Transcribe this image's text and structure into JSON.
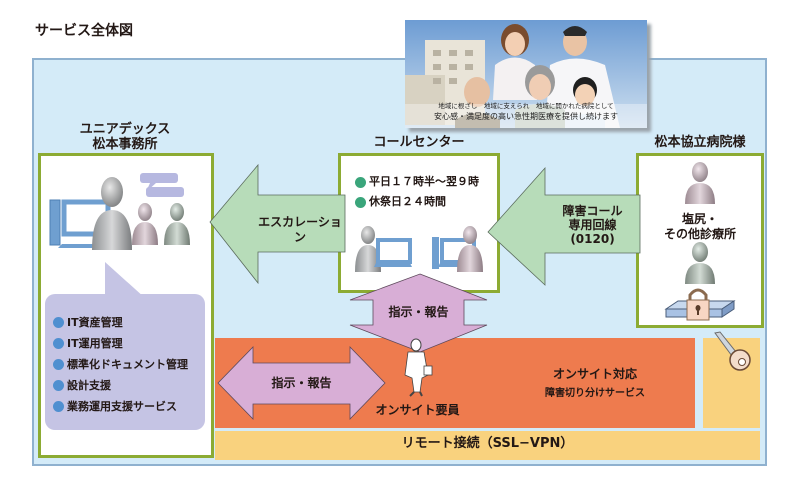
{
  "page_title": "サービス全体図",
  "colors": {
    "outer_bg": "#d4ebf8",
    "outer_border": "#8fb1cf",
    "box_border": "#8cab33",
    "green_arrow": "#b7dcb9",
    "purple_arrow": "#d8aed6",
    "onsite_bg": "#ee7b4e",
    "remote_bg": "#f9d27e",
    "bubble_bg": "#c5c4e4",
    "bullet_green": "#3aa57b",
    "bullet_blue": "#4f8fd0"
  },
  "photo": {
    "caption_line1": "地域に根ざし　地域に支えられ　地域に開かれた病院として",
    "caption_line2": "安心感・満足度の高い急性期医療を提供し続けます"
  },
  "office": {
    "title_line1": "ユニアデックス",
    "title_line2": "松本事務所",
    "services": [
      "IT資産管理",
      "IT運用管理",
      "標準化ドキュメント管理",
      "設計支援",
      "業務運用支援サービス"
    ]
  },
  "call_center": {
    "title": "コールセンター",
    "hours": [
      "平日１７時半～翌９時",
      "休祭日２４時間"
    ]
  },
  "hospital": {
    "title": "松本協立病院様",
    "clinic_line1": "塩尻・",
    "clinic_line2": "その他診療所"
  },
  "arrows": {
    "escalation": "エスカレーション",
    "hotline_line1": "障害コール",
    "hotline_line2": "専用回線",
    "hotline_line3": "(0120)",
    "instruct_report_vertical": "指示・報告",
    "instruct_report_horizontal": "指示・報告"
  },
  "onsite": {
    "staff_label": "オンサイト要員",
    "service_title": "オンサイト対応",
    "service_sub": "障害切り分けサービス"
  },
  "remote": {
    "label": "リモート接続（SSL−VPN）"
  }
}
